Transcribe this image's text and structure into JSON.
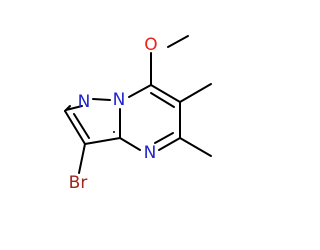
{
  "molecule": {
    "atoms": {
      "methoxy_o": {
        "label": "O",
        "color": "#e8231b"
      },
      "ring_n1": {
        "label": "N",
        "color": "#2124cc"
      },
      "ring_n2": {
        "label": "N",
        "color": "#2124cc"
      },
      "ring_n3": {
        "label": "N",
        "color": "#2124cc"
      },
      "bromine": {
        "label": "Br",
        "color": "#a0261a"
      }
    },
    "bond_color": "#000000"
  }
}
